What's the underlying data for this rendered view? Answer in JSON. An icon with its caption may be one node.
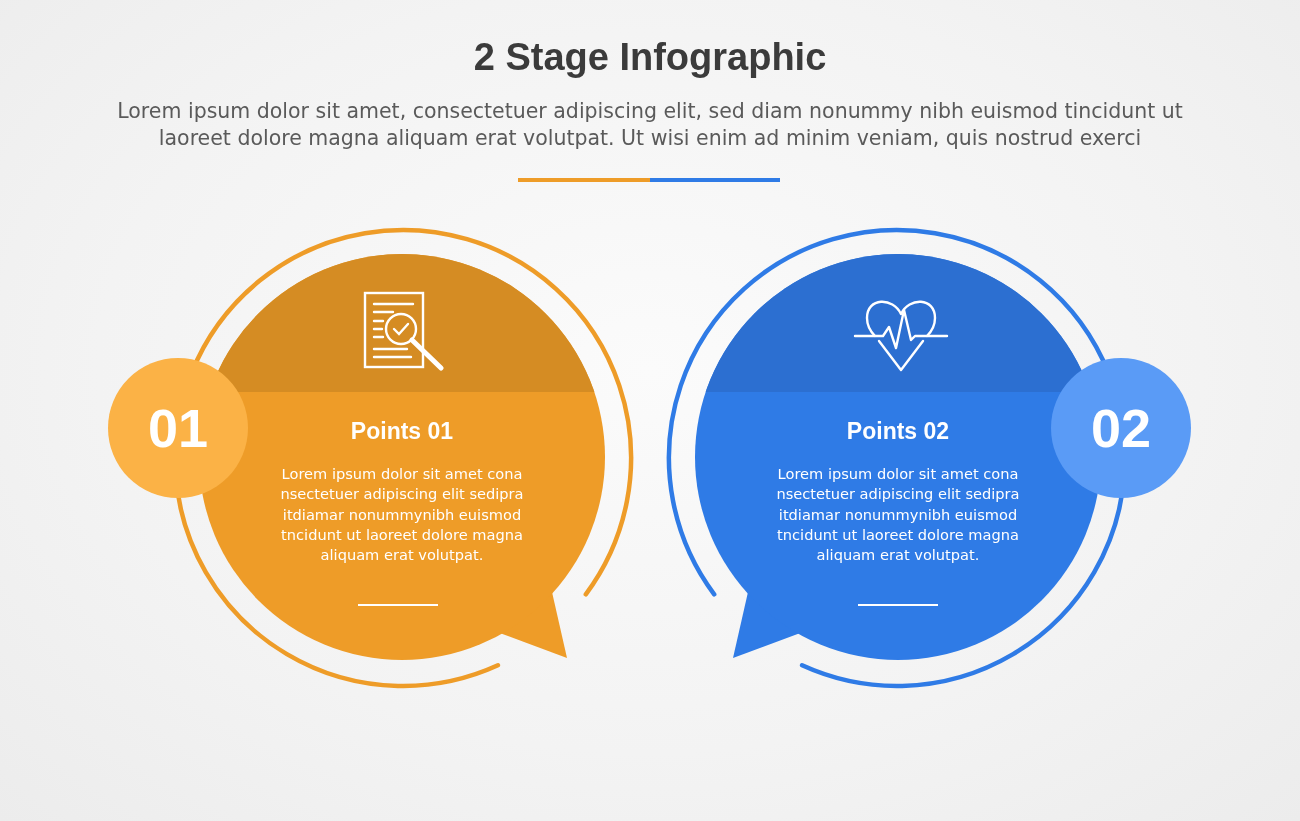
{
  "diagram": {
    "title": "2 Stage Infographic",
    "nodes": [
      {
        "text": [
          "01"
        ]
      },
      {
        "text": [
          "Points 01",
          "Lorem ipsum dolor sit amet cona nsectetuer adipiscing elit sedipra itdiamar nonummynibh euismod tncidunt ut laoreet dolore magna aliquam erat volutpat."
        ]
      },
      {
        "text": [
          "Points 02",
          "Lorem ipsum dolor sit amet cona nsectetuer adipiscing elit sedipra itdiamar nonummynibh euismod tncidunt ut laoreet dolore magna aliquam erat volutpat."
        ]
      },
      {
        "text": [
          "02"
        ]
      }
    ],
    "labels": [
      "Lorem ipsum dolor sit amet, consectetuer adipiscing elit, sed diam nonummy nibh euismod tincidunt ut laoreet dolore magna aliquam erat volutpat. Ut wisi enim ad minim veniam, quis nostrud exerci"
    ]
  }
}
